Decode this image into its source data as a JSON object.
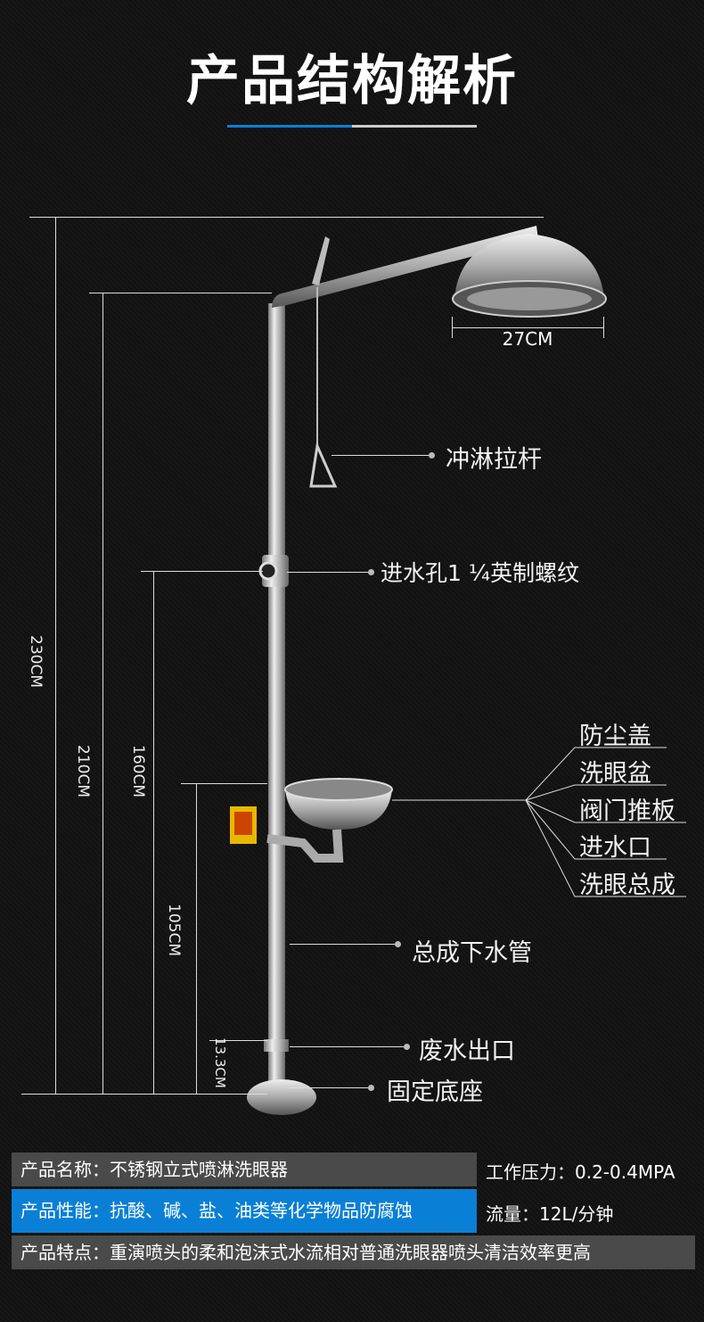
{
  "title": "产品结构解析",
  "colors": {
    "accent": "#0a7fd6",
    "row_gray": "#4a4a4a"
  },
  "dimensions": {
    "d230": "230CM",
    "d210": "210CM",
    "d160": "160CM",
    "d105": "105CM",
    "d13": "13.3CM",
    "d27": "27CM"
  },
  "callouts": {
    "pull_rod": "冲淋拉杆",
    "inlet": "进水孔1 ¼英制螺纹",
    "fan": [
      "防尘盖",
      "洗眼盆",
      "阀门推板",
      "进水口",
      "洗眼总成"
    ],
    "drain_pipe": "总成下水管",
    "waste_outlet": "废水出口",
    "base": "固定底座"
  },
  "specs": {
    "name": "产品名称：不锈钢立式喷淋洗眼器",
    "performance": "产品性能：抗酸、碱、盐、油类等化学物品防腐蚀",
    "features": "产品特点：重演喷头的柔和泡沫式水流相对普通洗眼器喷头清洁效率更高",
    "pressure": "工作压力：0.2-0.4MPA",
    "flow": "流量：12L/分钟"
  }
}
